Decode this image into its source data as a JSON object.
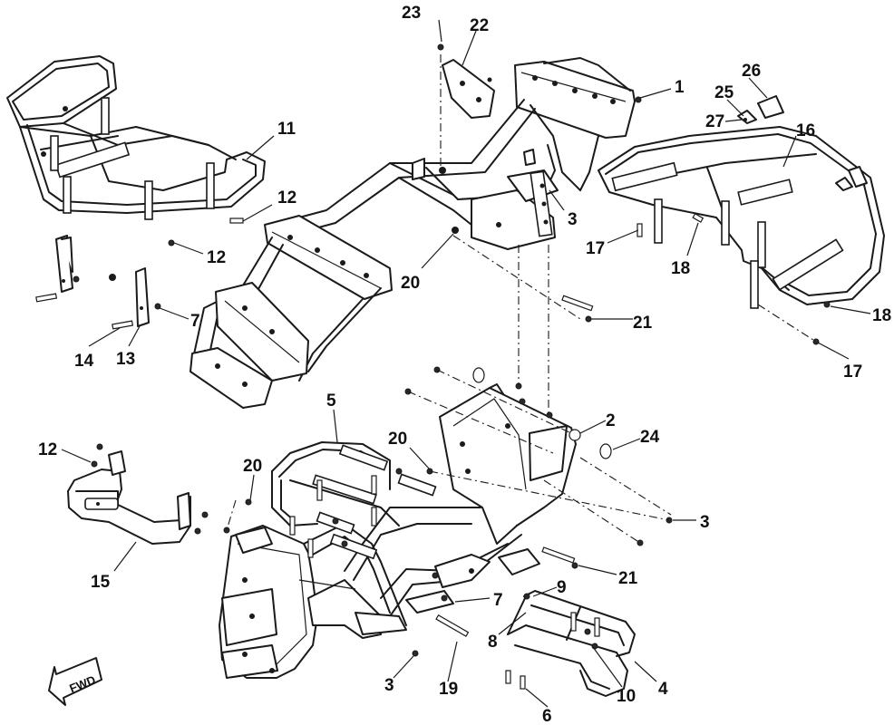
{
  "callouts": [
    {
      "id": "c23a",
      "label": "23"
    },
    {
      "id": "c22",
      "label": "22"
    },
    {
      "id": "c1",
      "label": "1"
    },
    {
      "id": "c26",
      "label": "26"
    },
    {
      "id": "c25",
      "label": "25"
    },
    {
      "id": "c27",
      "label": "27"
    },
    {
      "id": "c16",
      "label": "16"
    },
    {
      "id": "c11",
      "label": "11"
    },
    {
      "id": "c12a",
      "label": "12"
    },
    {
      "id": "c12b",
      "label": "12"
    },
    {
      "id": "c3a",
      "label": "3"
    },
    {
      "id": "c17a",
      "label": "17"
    },
    {
      "id": "c18a",
      "label": "18"
    },
    {
      "id": "c20a",
      "label": "20"
    },
    {
      "id": "c21a",
      "label": "21"
    },
    {
      "id": "c18b",
      "label": "18"
    },
    {
      "id": "c17b",
      "label": "17"
    },
    {
      "id": "c7a",
      "label": "7"
    },
    {
      "id": "c14",
      "label": "14"
    },
    {
      "id": "c13",
      "label": "13"
    },
    {
      "id": "c5",
      "label": "5"
    },
    {
      "id": "c2",
      "label": "2"
    },
    {
      "id": "c24",
      "label": "24"
    },
    {
      "id": "c20b",
      "label": "20"
    },
    {
      "id": "c20c",
      "label": "20"
    },
    {
      "id": "c12c",
      "label": "12"
    },
    {
      "id": "c3b",
      "label": "3"
    },
    {
      "id": "c15",
      "label": "15"
    },
    {
      "id": "c21b",
      "label": "21"
    },
    {
      "id": "c9",
      "label": "9"
    },
    {
      "id": "c7b",
      "label": "7"
    },
    {
      "id": "c8",
      "label": "8"
    },
    {
      "id": "c4",
      "label": "4"
    },
    {
      "id": "c10",
      "label": "10"
    },
    {
      "id": "c3c",
      "label": "3"
    },
    {
      "id": "c19",
      "label": "19"
    },
    {
      "id": "c6",
      "label": "6"
    }
  ],
  "fwd_label": "FWD",
  "colors": {
    "line": "#1a1a1a",
    "background": "#ffffff"
  }
}
